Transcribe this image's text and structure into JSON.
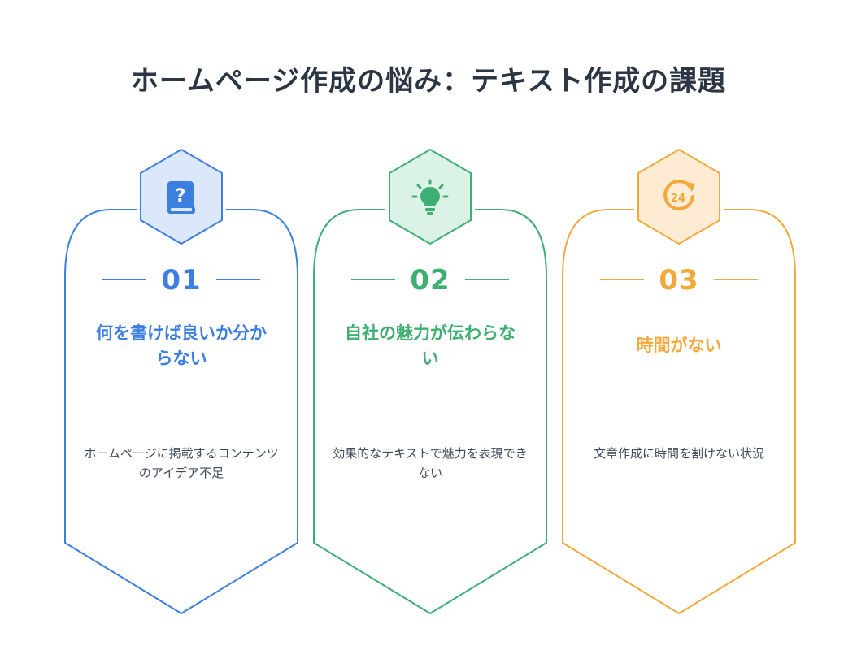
{
  "title": "ホームページ作成の悩み：テキスト作成の課題",
  "colors": {
    "title": "#2b3544",
    "text": "#3f4a5a"
  },
  "cards": [
    {
      "number": "01",
      "heading": "何を書けば良いか分からない",
      "description": "ホームページに掲載するコンテンツのアイデア不足",
      "icon": "book-question-icon",
      "accent": "#3d7fe0",
      "fill": "#dbe7fb"
    },
    {
      "number": "02",
      "heading": "自社の魅力が伝わらない",
      "description": "効果的なテキストで魅力を表現できない",
      "icon": "lightbulb-icon",
      "accent": "#3fae72",
      "fill": "#dbf3e6"
    },
    {
      "number": "03",
      "heading": "時間がない",
      "description": "文章作成に時間を割けない状況",
      "icon": "clock-24-icon",
      "accent": "#f2a93b",
      "fill": "#fdecd3"
    }
  ]
}
